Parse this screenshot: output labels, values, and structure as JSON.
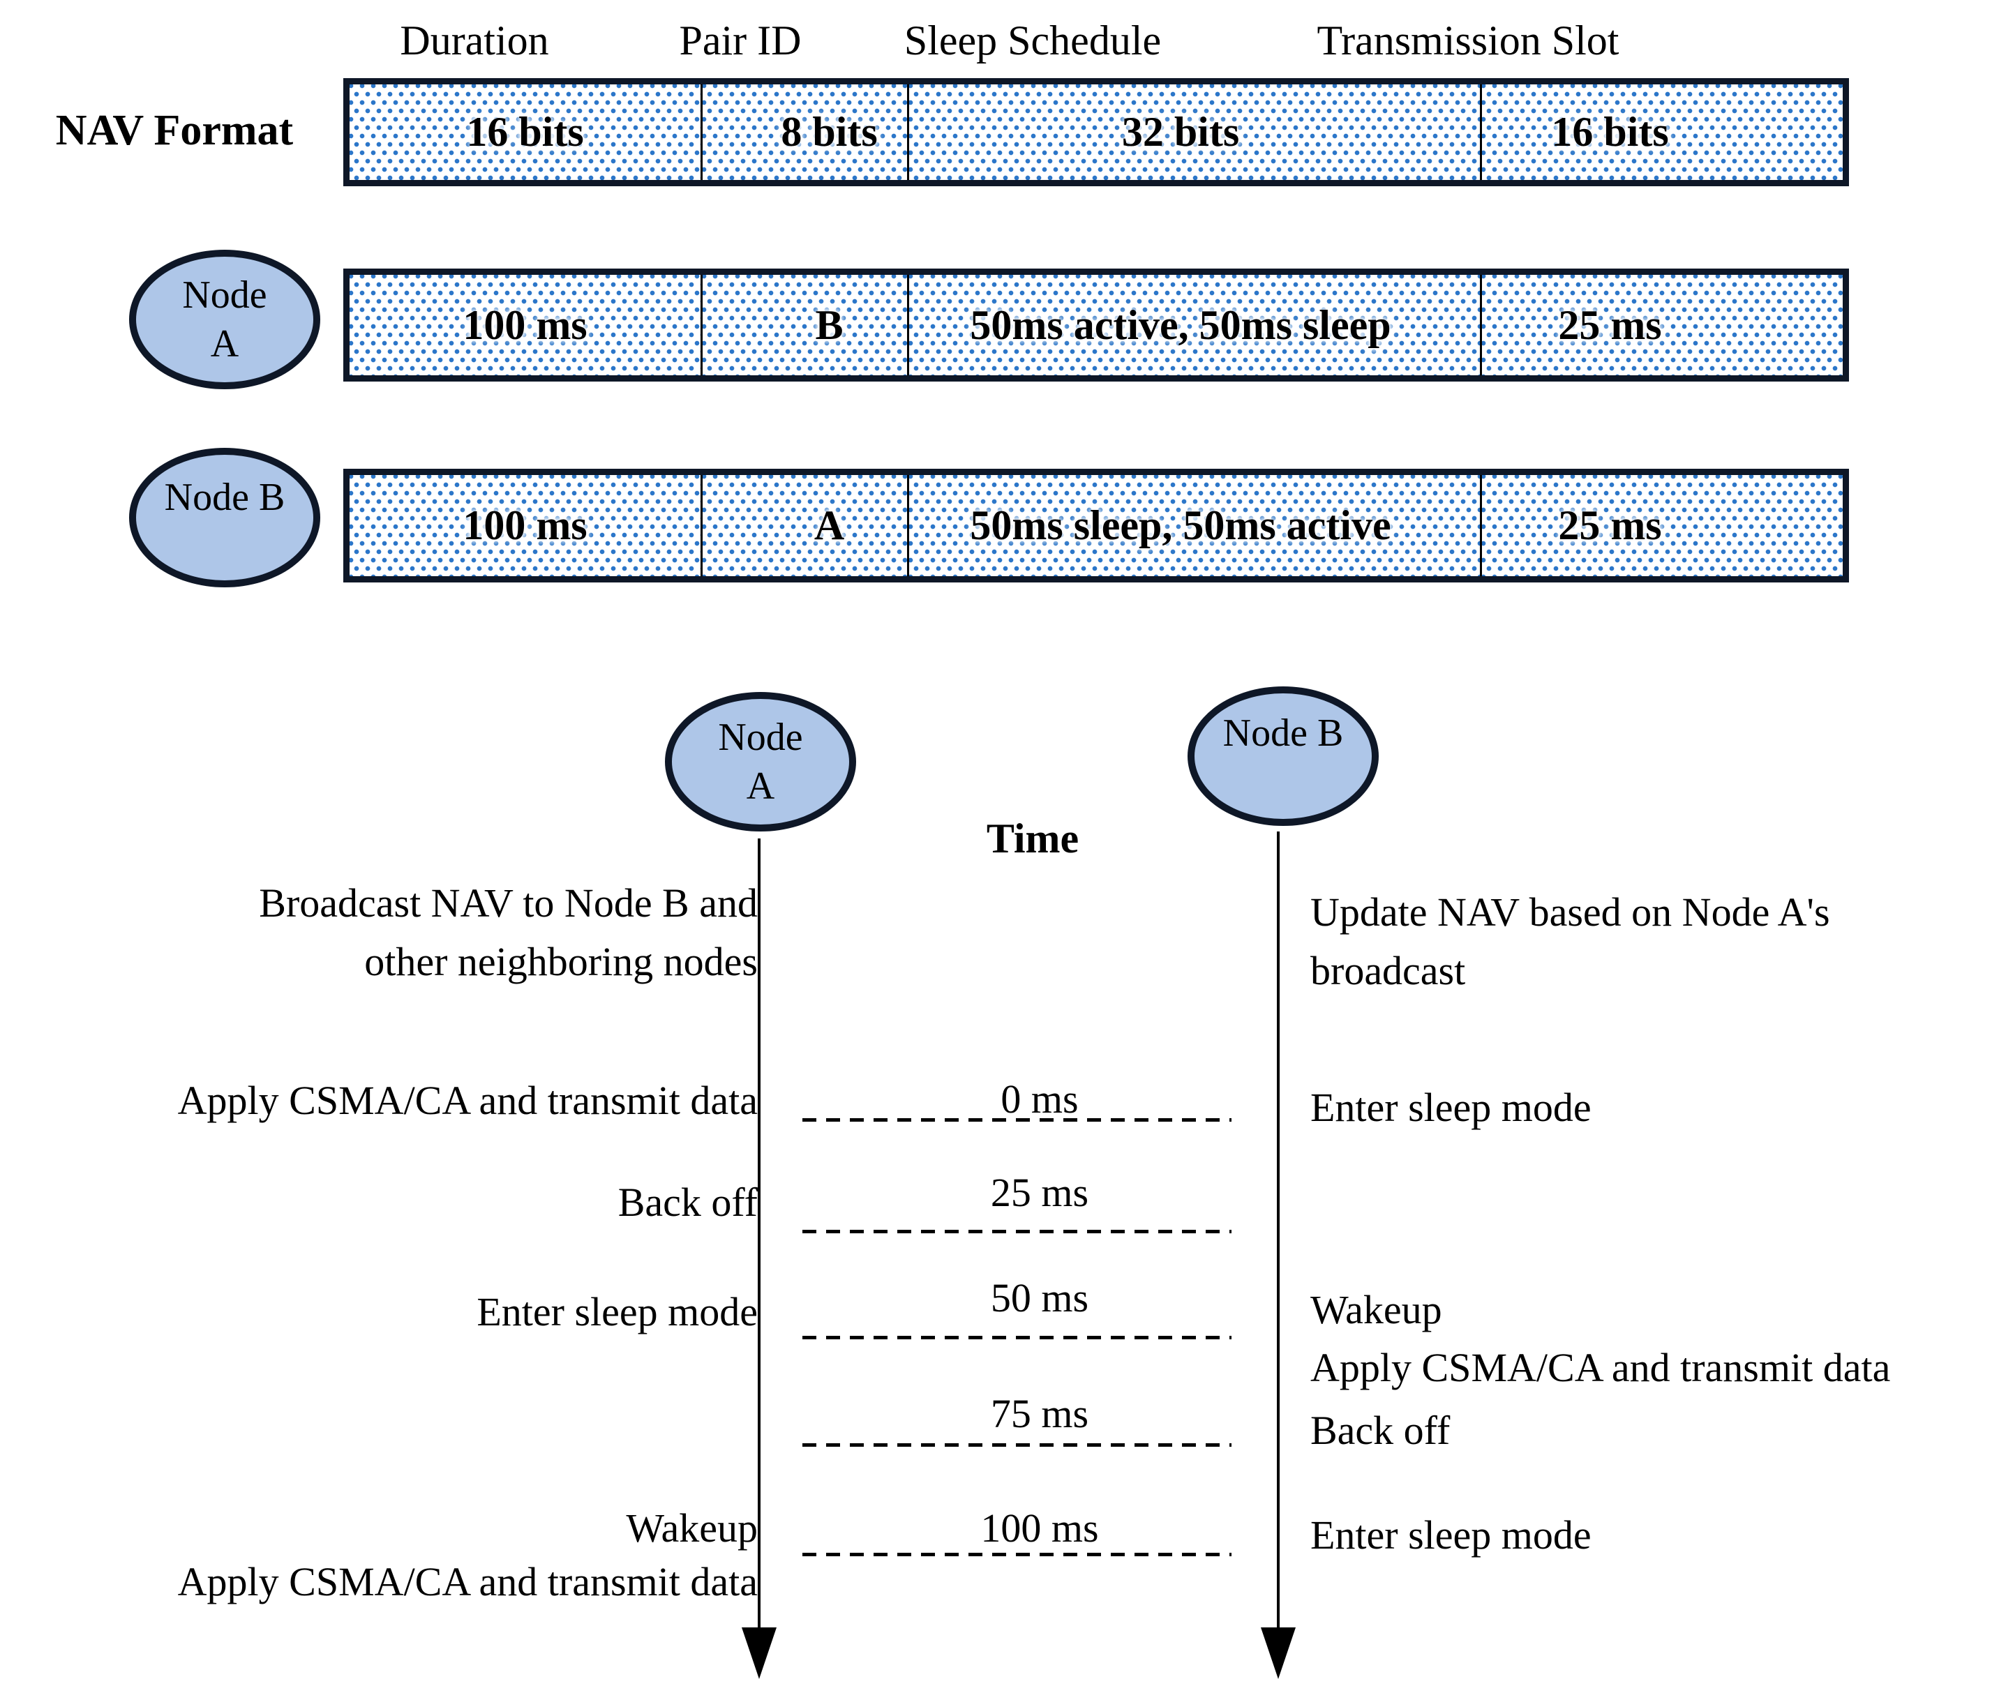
{
  "nav_format": {
    "row_label": "NAV Format",
    "columns": [
      "Duration",
      "Pair ID",
      "Sleep Schedule",
      "Transmission Slot"
    ],
    "field_sizes": [
      "16 bits",
      "8 bits",
      "32 bits",
      "16 bits"
    ]
  },
  "node_a": {
    "label_line1": "Node",
    "label_line2": "A",
    "nav_values": [
      "100 ms",
      "B",
      "50ms active, 50ms sleep",
      "25 ms"
    ]
  },
  "node_b": {
    "label": "Node B",
    "nav_values": [
      "100 ms",
      "A",
      "50ms sleep, 50ms active",
      "25 ms"
    ]
  },
  "timeline": {
    "axis_label": "Time",
    "node_a_label_line1": "Node",
    "node_a_label_line2": "A",
    "node_b_label": "Node B",
    "markers": [
      "0 ms",
      "25 ms",
      "50 ms",
      "75 ms",
      "100 ms"
    ],
    "node_a_events": {
      "broadcast_line1": "Broadcast NAV to Node B and",
      "broadcast_line2": "other neighboring nodes",
      "transmit_1": "Apply CSMA/CA and transmit data",
      "back_off": "Back off",
      "enter_sleep": "Enter sleep mode",
      "wakeup": "Wakeup",
      "transmit_2": "Apply CSMA/CA and transmit data"
    },
    "node_b_events": {
      "update_line1": "Update NAV based on Node A's",
      "update_line2": "broadcast",
      "enter_sleep_1": "Enter sleep mode",
      "wakeup": "Wakeup",
      "transmit": "Apply CSMA/CA and transmit data",
      "back_off": "Back off",
      "enter_sleep_2": "Enter sleep mode"
    }
  },
  "colors": {
    "pattern_blue": "#2b76c9",
    "ellipse_fill": "#aec6e8",
    "dark_border": "#0e1727"
  }
}
